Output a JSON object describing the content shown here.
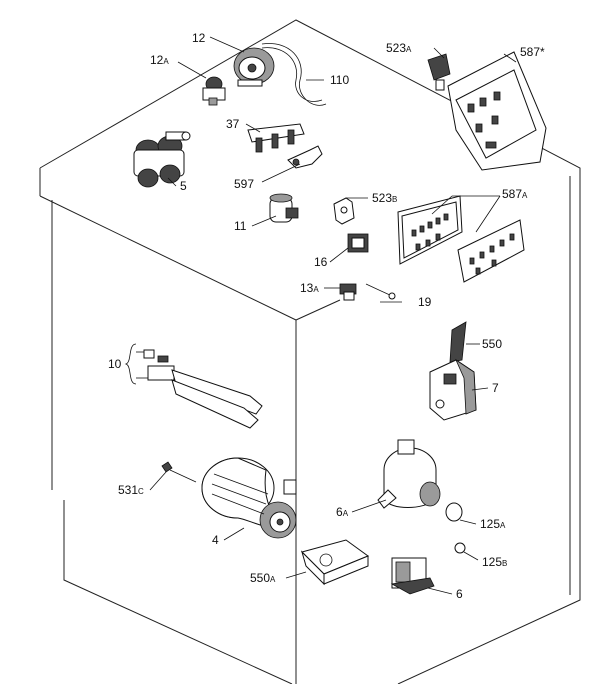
{
  "labels": {
    "p12": "12",
    "p12a": "12",
    "p12a_sfx": "A",
    "p110": "110",
    "p523a": "523",
    "p523a_sfx": "A",
    "p587s": "587*",
    "p37": "37",
    "p5": "5",
    "p597": "597",
    "p523b": "523",
    "p523b_sfx": "B",
    "p587a": "587",
    "p587a_sfx": "A",
    "p11": "11",
    "p16": "16",
    "p13a": "13",
    "p13a_sfx": "A",
    "p19": "19",
    "p10": "10",
    "p550": "550",
    "p7": "7",
    "p531c": "531",
    "p531c_sfx": "C",
    "p6a": "6",
    "p6a_sfx": "A",
    "p4": "4",
    "p125a": "125",
    "p125a_sfx": "A",
    "p125b": "125",
    "p125b_sfx": "B",
    "p550a": "550",
    "p550a_sfx": "A",
    "p6": "6"
  }
}
